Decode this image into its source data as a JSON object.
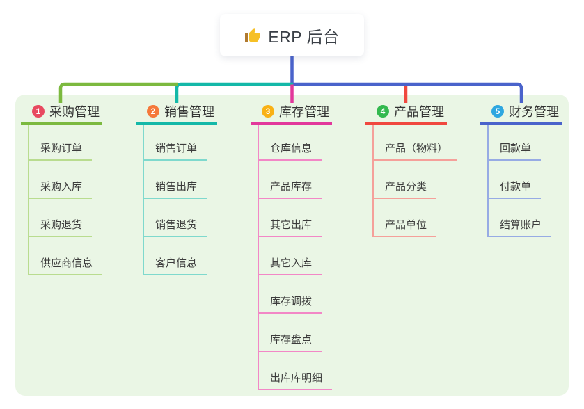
{
  "root": {
    "label": "ERP 后台",
    "icon": "thumbs-up",
    "connector_color": "#4a63cb"
  },
  "canvas": {
    "background": "#eaf6e5"
  },
  "branches": [
    {
      "num": "1",
      "label": "采购管理",
      "badge_color": "#e84960",
      "line_color": "#7cb93f",
      "light_color": "#b9dc8f",
      "children": [
        "采购订单",
        "采购入库",
        "采购退货",
        "供应商信息"
      ]
    },
    {
      "num": "2",
      "label": "销售管理",
      "badge_color": "#f5793b",
      "line_color": "#14b8a8",
      "light_color": "#7fd9cd",
      "children": [
        "销售订单",
        "销售出库",
        "销售退货",
        "客户信息"
      ]
    },
    {
      "num": "3",
      "label": "库存管理",
      "badge_color": "#f9b115",
      "line_color": "#e2389b",
      "light_color": "#f287c6",
      "children": [
        "仓库信息",
        "产品库存",
        "其它出库",
        "其它入库",
        "库存调拨",
        "库存盘点",
        "出库库明细"
      ]
    },
    {
      "num": "4",
      "label": "产品管理",
      "badge_color": "#33b94f",
      "line_color": "#f0483f",
      "light_color": "#f5a09a",
      "children": [
        "产品（物料）",
        "产品分类",
        "产品单位"
      ]
    },
    {
      "num": "5",
      "label": "财务管理",
      "badge_color": "#2ea7e0",
      "line_color": "#4a63cb",
      "light_color": "#97abe4",
      "children": [
        "回款单",
        "付款单",
        "结算账户"
      ]
    }
  ]
}
